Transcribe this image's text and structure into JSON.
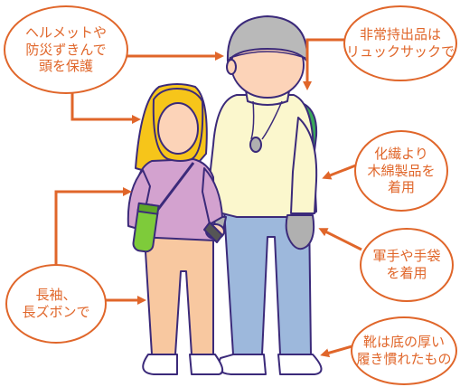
{
  "colors": {
    "accent": "#e0662a",
    "outline": "#3b2a7a",
    "helmet": "#b9b9b9",
    "skin": "#fcd3b8",
    "hood": "#f6c51a",
    "shirt_child": "#d3a2cf",
    "pants_child": "#f8c8a0",
    "jacket_adult": "#fbf7cd",
    "pants_adult": "#9db8dc",
    "backpack": "#3aa85a",
    "bottle": "#7ecb3a",
    "gloves": "#b0b0b0"
  },
  "callouts": {
    "helmet": "ヘルメットや\n防災ずきんで\n頭を保護",
    "backpack": "非常持出品は\nリュックサックで",
    "cotton": "化繊より\n木綿製品を\n着用",
    "gloves": "軍手や手袋\nを着用",
    "sleeves": "長袖、\n長ズボンで",
    "shoes": "靴は底の厚い\n履き慣れたもの"
  }
}
